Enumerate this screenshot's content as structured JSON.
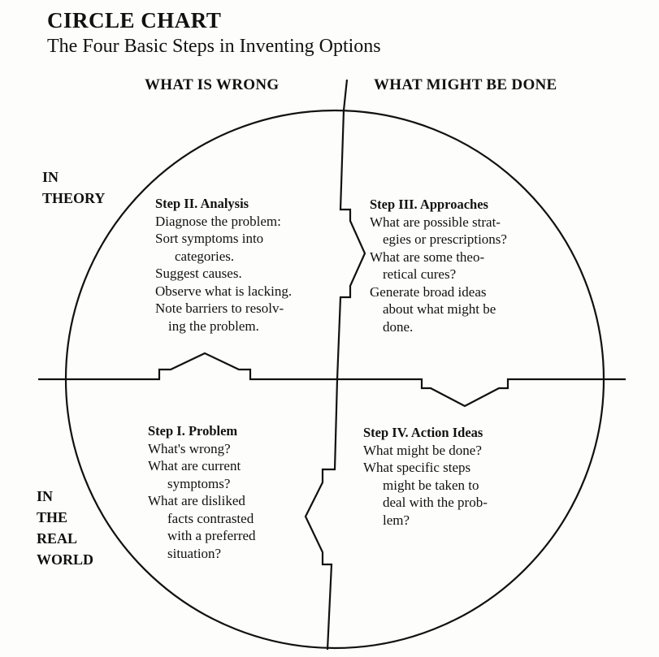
{
  "title": "CIRCLE CHART",
  "subtitle": "The Four Basic Steps in Inventing Options",
  "columns": {
    "left": "WHAT IS WRONG",
    "right": "WHAT MIGHT BE DONE"
  },
  "rows": {
    "top": [
      "IN",
      "THEORY"
    ],
    "bottom": [
      "IN",
      "THE",
      "REAL",
      "WORLD"
    ]
  },
  "steps": {
    "analysis": {
      "heading": "Step II. Analysis",
      "lines": [
        "Diagnose the problem:",
        "Sort symptoms into",
        "categories.",
        "Suggest causes.",
        "Observe what is lacking.",
        "Note barriers to resolv-",
        "ing the problem."
      ]
    },
    "approaches": {
      "heading": "Step III. Approaches",
      "lines": [
        "What are possible strat-",
        "egies or prescriptions?",
        "What are some theo-",
        "retical cures?",
        "Generate broad ideas",
        "about what might be",
        "done."
      ]
    },
    "problem": {
      "heading": "Step I. Problem",
      "lines": [
        "What's wrong?",
        "What are current",
        "symptoms?",
        "What are disliked",
        "facts contrasted",
        "with a preferred",
        "situation?"
      ]
    },
    "action": {
      "heading": "Step IV. Action Ideas",
      "lines": [
        "What might be done?",
        "What specific steps",
        "might be taken to",
        "deal with the prob-",
        "lem?"
      ]
    }
  },
  "colors": {
    "ink": "#111111",
    "paper": "#fdfdfb"
  }
}
